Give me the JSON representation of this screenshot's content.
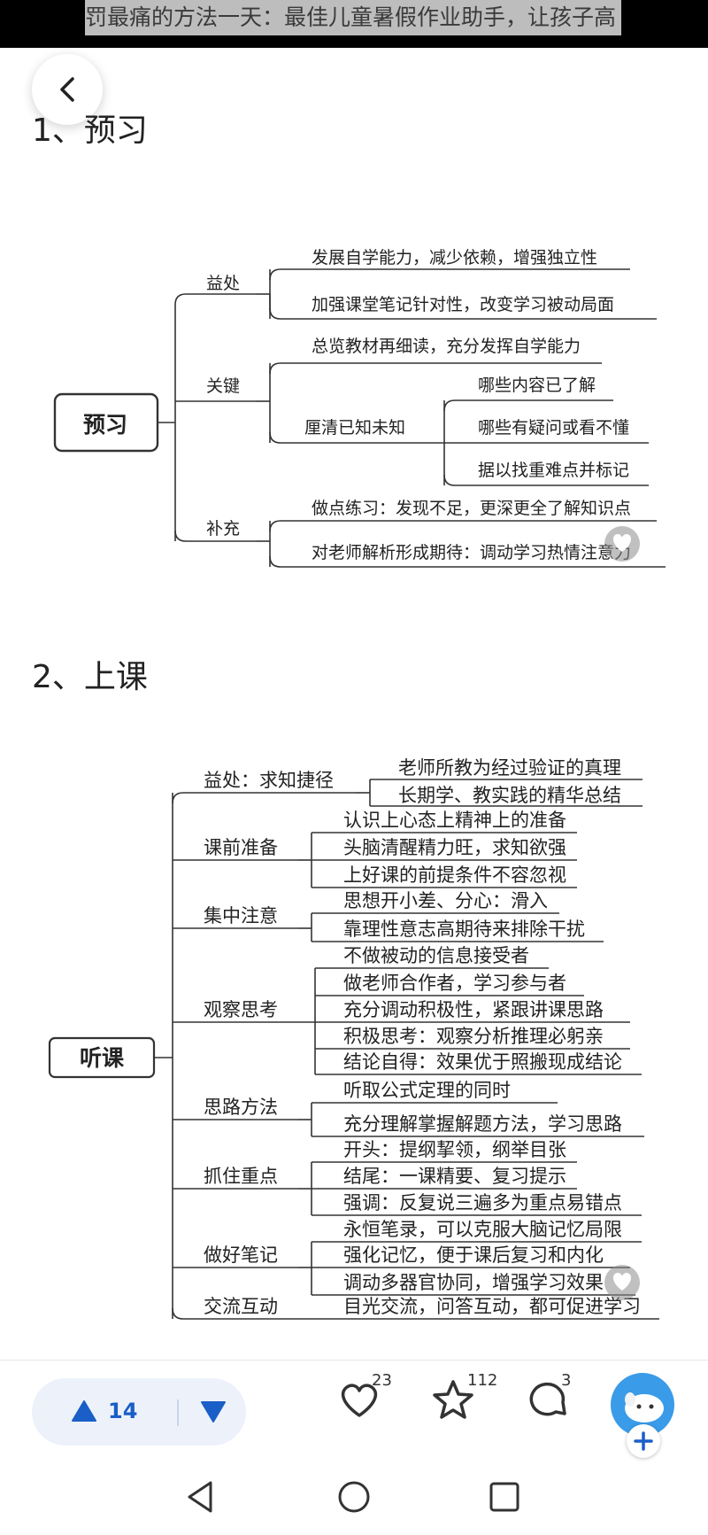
{
  "header": {
    "title": "罚最痛的方法一天：最佳儿童暑假作业助手，让孩子高"
  },
  "sections": [
    {
      "heading": "1、预习"
    },
    {
      "heading": "2、上课"
    }
  ],
  "mindmap1": {
    "root": "预习",
    "b1": {
      "label": "益处",
      "items": [
        "发展自学能力，减少依赖，增强独立性",
        "加强课堂笔记针对性，改变学习被动局面"
      ]
    },
    "b2": {
      "label": "关键",
      "first": "总览教材再细读，充分发挥自学能力",
      "sub_label": "厘清已知未知",
      "sub_items": [
        "哪些内容已了解",
        "哪些有疑问或看不懂",
        "据以找重难点并标记"
      ]
    },
    "b3": {
      "label": "补充",
      "items": [
        "做点练习：发现不足，更深更全了解知识点",
        "对老师解析形成期待：调动学习热情注意力"
      ]
    }
  },
  "mindmap2": {
    "root": "听课",
    "branches": [
      {
        "label": "益处：求知捷径",
        "items": [
          "老师所教为经过验证的真理",
          "长期学、教实践的精华总结"
        ]
      },
      {
        "label": "课前准备",
        "items": [
          "认识上心态上精神上的准备",
          "头脑清醒精力旺，求知欲强",
          "上好课的前提条件不容忽视"
        ]
      },
      {
        "label": "集中注意",
        "items": [
          "思想开小差、分心：滑入",
          "靠理性意志高期待来排除干扰"
        ]
      },
      {
        "label": "观察思考",
        "items": [
          "不做被动的信息接受者",
          "做老师合作者，学习参与者",
          "充分调动积极性，紧跟讲课思路",
          "积极思考：观察分析推理必躬亲",
          "结论自得：效果优于照搬现成结论"
        ]
      },
      {
        "label": "思路方法",
        "items": [
          "听取公式定理的同时",
          "充分理解掌握解题方法，学习思路"
        ]
      },
      {
        "label": "抓住重点",
        "items": [
          "开头：提纲挈领，纲举目张",
          "结尾：一课精要、复习提示",
          "强调：反复说三遍多为重点易错点"
        ]
      },
      {
        "label": "做好笔记",
        "items": [
          "永恒笔录，可以克服大脑记忆局限",
          "强化记忆，便于课后复习和内化",
          "调动多器官协同，增强学习效果"
        ]
      },
      {
        "label": "交流互动",
        "items": [
          "目光交流，问答互动，都可促进学习"
        ]
      }
    ]
  },
  "actions": {
    "vote_count": "14",
    "like_count": "23",
    "star_count": "112",
    "comment_count": "3"
  },
  "colors": {
    "accent": "#1a5fc7",
    "line": "#333333"
  }
}
